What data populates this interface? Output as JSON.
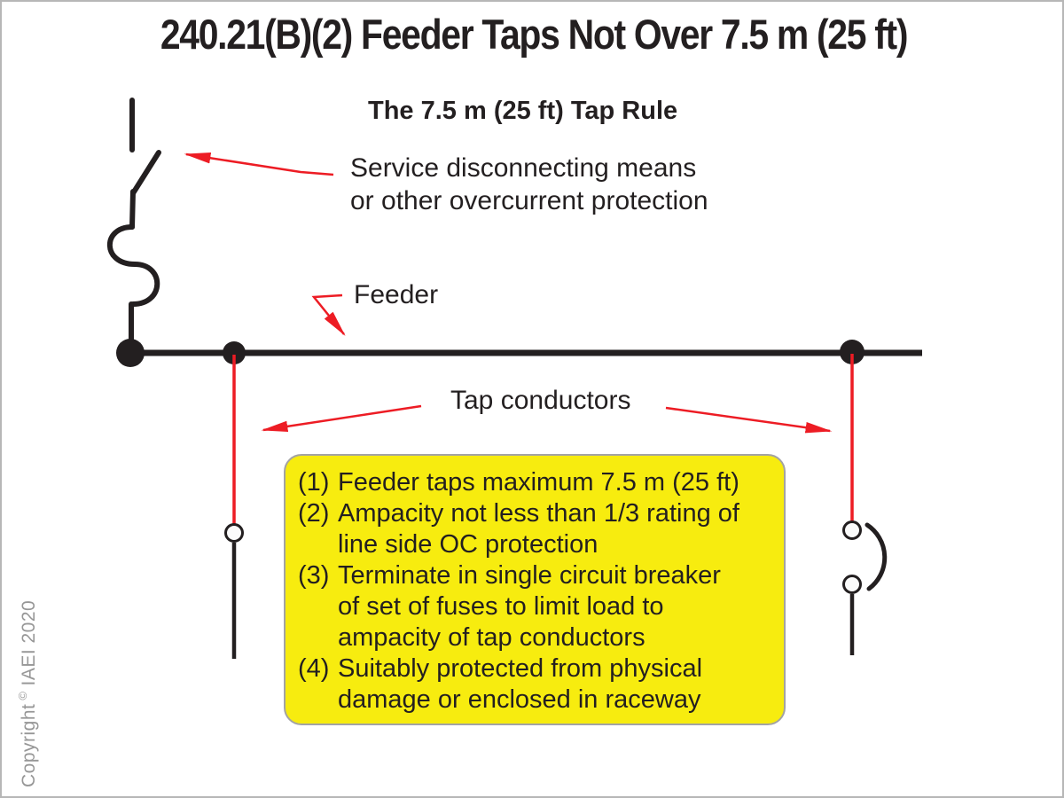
{
  "page": {
    "title": "240.21(B)(2) Feeder Taps Not Over 7.5 m (25 ft)",
    "subtitle": "The 7.5 m (25 ft) Tap Rule"
  },
  "labels": {
    "service": "Service disconnecting means\nor other overcurrent protection",
    "feeder": "Feeder",
    "tap_conductors": "Tap conductors"
  },
  "notes": {
    "lines": [
      {
        "num": "(1)",
        "text": "Feeder taps maximum 7.5 m (25 ft)"
      },
      {
        "num": "(2)",
        "text": "Ampacity not less than 1/3 rating of"
      },
      {
        "num": "",
        "text": "line side OC protection"
      },
      {
        "num": "(3)",
        "text": "Terminate in single circuit breaker"
      },
      {
        "num": "",
        "text": "of set of fuses to limit load to"
      },
      {
        "num": "",
        "text": "ampacity of tap conductors"
      },
      {
        "num": "(4)",
        "text": "Suitably protected from physical"
      },
      {
        "num": "",
        "text": "damage or enclosed in raceway"
      }
    ]
  },
  "copyright": {
    "word": "Copyright",
    "symbol": "©",
    "rest": "IAEI 2020"
  },
  "colors": {
    "line_black": "#231f20",
    "tap_red": "#ed1c24",
    "note_yellow": "#f7ec0f",
    "note_border_gray": "#a3a3a3",
    "copyright_gray": "#979797"
  }
}
